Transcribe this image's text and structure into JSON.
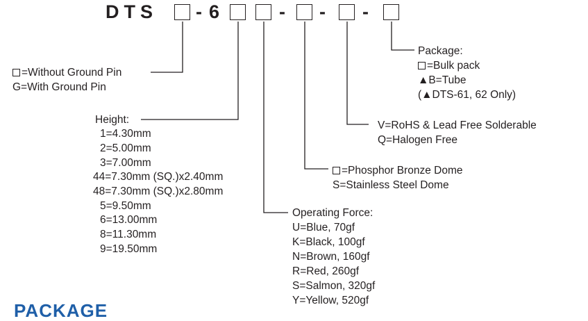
{
  "code": {
    "prefix": "DTS",
    "dash1": "-",
    "six": "6",
    "dash2": "-",
    "dash3": "-",
    "dash4": "-"
  },
  "ground_pin": {
    "without": "=Without Ground Pin",
    "with": "G=With Ground Pin"
  },
  "height": {
    "title": "Height:",
    "items": [
      "1=4.30mm",
      "2=5.00mm",
      "3=7.00mm",
      "44=7.30mm (SQ.)x2.40mm",
      "48=7.30mm (SQ.)x2.80mm",
      "5=9.50mm",
      "6=13.00mm",
      "8=11.30mm",
      "9=19.50mm"
    ]
  },
  "operating_force": {
    "title": "Operating Force:",
    "items": [
      "U=Blue, 70gf",
      "K=Black, 100gf",
      "N=Brown, 160gf",
      "R=Red, 260gf",
      "S=Salmon, 320gf",
      "Y=Yellow, 520gf"
    ]
  },
  "dome": {
    "phosphor": "=Phosphor Bronze Dome",
    "stainless": "S=Stainless Steel Dome"
  },
  "solder": {
    "rohs": "V=RoHS & Lead Free Solderable",
    "halogen": "Q=Halogen Free"
  },
  "package": {
    "title": "Package:",
    "bulk": "=Bulk pack",
    "tube": "▲B=Tube",
    "note": "(▲DTS-61, 62 Only)"
  },
  "section_heading": "PACKAGE",
  "colors": {
    "ink": "#231f20",
    "heading": "#1f5fa8"
  }
}
